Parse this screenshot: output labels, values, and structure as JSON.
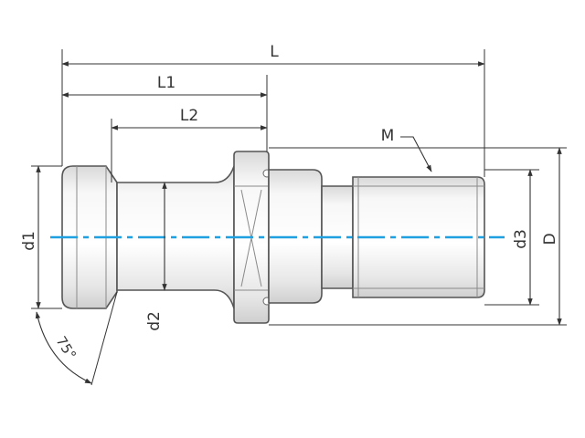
{
  "colors": {
    "centerline": "#1fa0e0",
    "outline": "#555555",
    "dimension": "#333333",
    "body_fill": "#eeeeee"
  },
  "dimensions": {
    "L": "L",
    "L1": "L1",
    "L2": "L2",
    "M": "M",
    "d1": "d1",
    "d2": "d2",
    "d3": "d3",
    "D": "D",
    "angle": "75°"
  }
}
